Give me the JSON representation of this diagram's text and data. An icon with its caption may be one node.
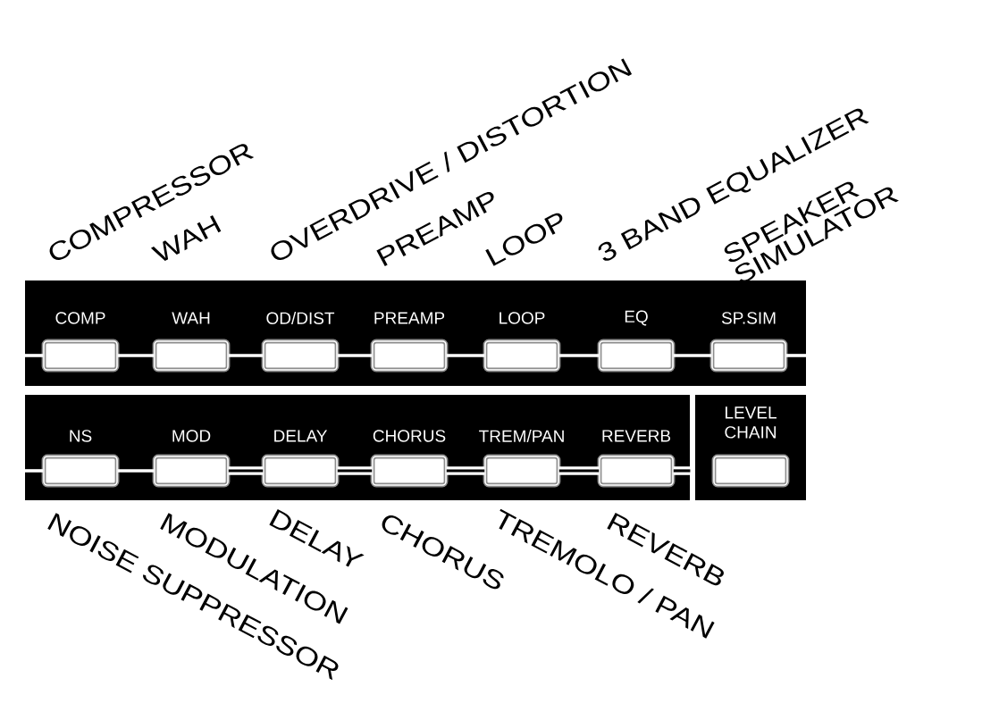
{
  "diagram": {
    "nodes": [
      {
        "text": [],
        "shape": "box"
      },
      {
        "text": [
          "COMP"
        ],
        "in": 0,
        "beside": [
          "COMPRESSOR"
        ]
      },
      {
        "text": [
          "WAH"
        ],
        "in": 0,
        "beside": [
          "WAH"
        ]
      },
      {
        "text": [
          "OD/DIST"
        ],
        "in": 0,
        "beside": [
          "OVERDRIVE / DISTORTION"
        ]
      },
      {
        "text": [
          "PREAMP"
        ],
        "in": 0,
        "beside": [
          "PREAMP"
        ]
      },
      {
        "text": [
          "LOOP"
        ],
        "in": 0,
        "beside": [
          "LOOP"
        ]
      },
      {
        "text": [
          "EQ"
        ],
        "in": 0,
        "beside": [
          "3 BAND EQUALIZER"
        ]
      },
      {
        "text": [
          "SP.SIM"
        ],
        "in": 0,
        "beside": [
          "SPEAKER SIMULATOR"
        ]
      },
      {
        "text": [],
        "shape": "box"
      },
      {
        "text": [
          "NS"
        ],
        "in": 8,
        "beside": [
          "NOISE SUPPRESSOR"
        ]
      },
      {
        "text": [
          "MOD"
        ],
        "in": 8,
        "beside": [
          "MODULATION"
        ]
      },
      {
        "text": [
          "DELAY"
        ],
        "in": 8,
        "beside": [
          "DELAY"
        ]
      },
      {
        "text": [
          "CHORUS"
        ],
        "in": 8,
        "beside": [
          "CHORUS"
        ]
      },
      {
        "text": [
          "TREM/PAN"
        ],
        "in": 8,
        "beside": [
          "TREMOLO / PAN"
        ]
      },
      {
        "text": [
          "REVERB"
        ],
        "in": 8,
        "beside": [
          "REVERB"
        ]
      },
      {
        "text": [],
        "shape": "box"
      },
      {
        "text": [
          "LEVEL CHAIN"
        ],
        "in": 15
      }
    ],
    "edges": [
      {
        "from": null,
        "to": 1,
        "arrow": "none"
      },
      {
        "from": 1,
        "to": 2,
        "arrow": "none"
      },
      {
        "from": 2,
        "to": 3,
        "arrow": "none"
      },
      {
        "from": 3,
        "to": 4,
        "arrow": "none"
      },
      {
        "from": 4,
        "to": 5,
        "arrow": "none"
      },
      {
        "from": 5,
        "to": 6,
        "arrow": "none"
      },
      {
        "from": 6,
        "to": 7,
        "arrow": "none"
      },
      {
        "from": 7,
        "to": null,
        "arrow": "none"
      },
      {
        "from": null,
        "to": 9,
        "arrow": "none"
      },
      {
        "from": 9,
        "to": 10,
        "arrow": "none"
      },
      {
        "from": 10,
        "to": 11,
        "arrow": "none",
        "style": "thick"
      },
      {
        "from": 11,
        "to": 12,
        "arrow": "none",
        "style": "thick"
      },
      {
        "from": 12,
        "to": 13,
        "arrow": "none",
        "style": "thick"
      },
      {
        "from": 13,
        "to": 14,
        "arrow": "none",
        "style": "thick"
      },
      {
        "from": 14,
        "to": null,
        "arrow": "none",
        "style": "thick"
      }
    ]
  }
}
